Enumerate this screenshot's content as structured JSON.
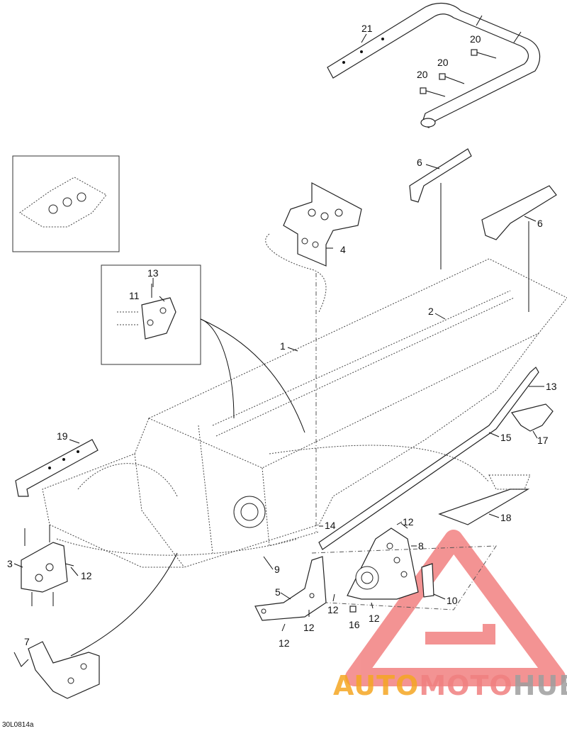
{
  "drawing_code": "30L0814a",
  "callouts": {
    "c21": "21",
    "c20a": "20",
    "c20b": "20",
    "c20c": "20",
    "c6a": "6",
    "c6b": "6",
    "c4": "4",
    "c13a": "13",
    "c11": "11",
    "c2": "2",
    "c1": "1",
    "c13b": "13",
    "c19": "19",
    "c17": "17",
    "c15": "15",
    "c18": "18",
    "c14": "14",
    "c12a": "12",
    "c8": "8",
    "c3": "3",
    "c12b": "12",
    "c9": "9",
    "c5": "5",
    "c10": "10",
    "c12c": "12",
    "c16": "16",
    "c12d": "12",
    "c12e": "12",
    "c12f": "12",
    "c7": "7"
  },
  "watermark": {
    "part1": "AUTO",
    "part2": "MOTO",
    "part3": "HUB",
    "color1": "#f5a623",
    "color2": "#f08080",
    "color3": "#9e9e9e",
    "logo_color": "#f07070"
  }
}
